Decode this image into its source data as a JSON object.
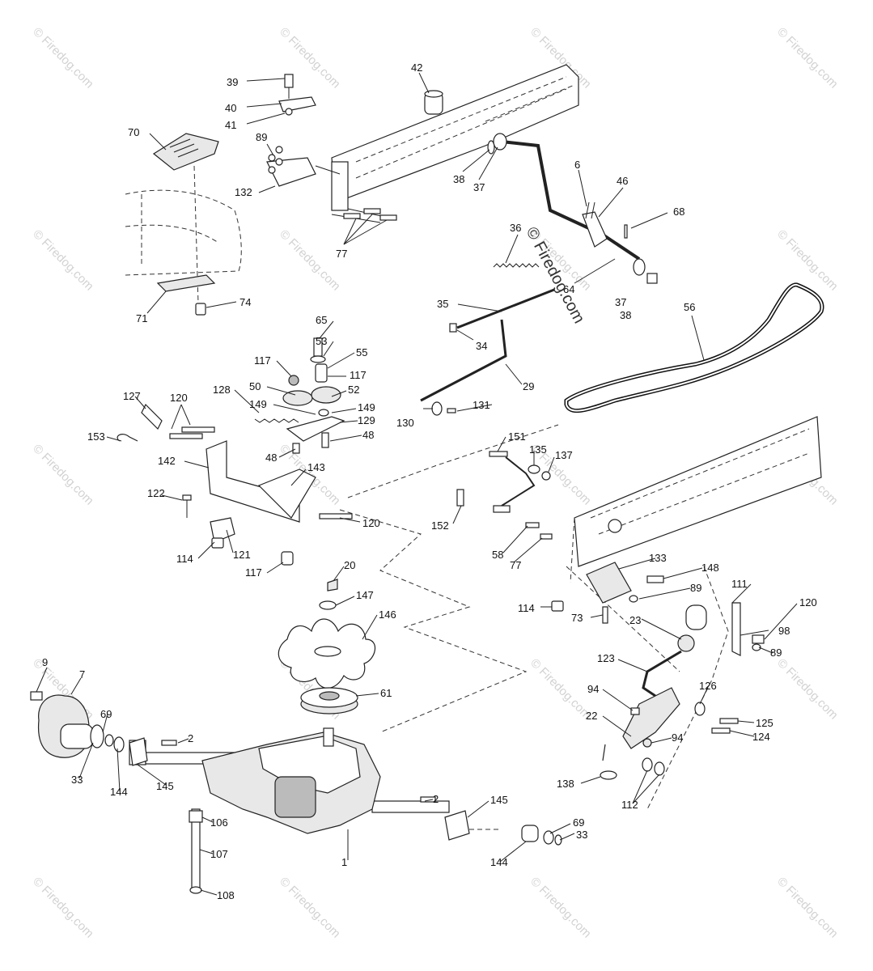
{
  "watermark": {
    "text": "© Firedog.com",
    "center_text": "© Firedog.com"
  },
  "callouts": [
    "39",
    "40",
    "41",
    "42",
    "70",
    "89",
    "132",
    "77",
    "38",
    "37",
    "6",
    "46",
    "68",
    "36",
    "64",
    "37",
    "38",
    "56",
    "71",
    "74",
    "35",
    "34",
    "29",
    "65",
    "53",
    "55",
    "117",
    "117",
    "50",
    "52",
    "149",
    "149",
    "129",
    "128",
    "127",
    "120",
    "153",
    "48",
    "48",
    "142",
    "143",
    "130",
    "131",
    "151",
    "135",
    "137",
    "122",
    "120",
    "152",
    "114",
    "121",
    "117",
    "58",
    "77",
    "133",
    "148",
    "89",
    "111",
    "20",
    "147",
    "114",
    "73",
    "120",
    "98",
    "23",
    "89",
    "146",
    "123",
    "9",
    "7",
    "61",
    "94",
    "126",
    "69",
    "22",
    "125",
    "124",
    "94",
    "2",
    "33",
    "144",
    "145",
    "138",
    "112",
    "2",
    "145",
    "106",
    "69",
    "33",
    "107",
    "144",
    "1",
    "108"
  ],
  "parts_icon_names": [
    "belt-icon",
    "fan-icon",
    "pulley-icon",
    "transaxle-icon",
    "wheel-hub-icon",
    "frame-icon",
    "lever-icon"
  ]
}
